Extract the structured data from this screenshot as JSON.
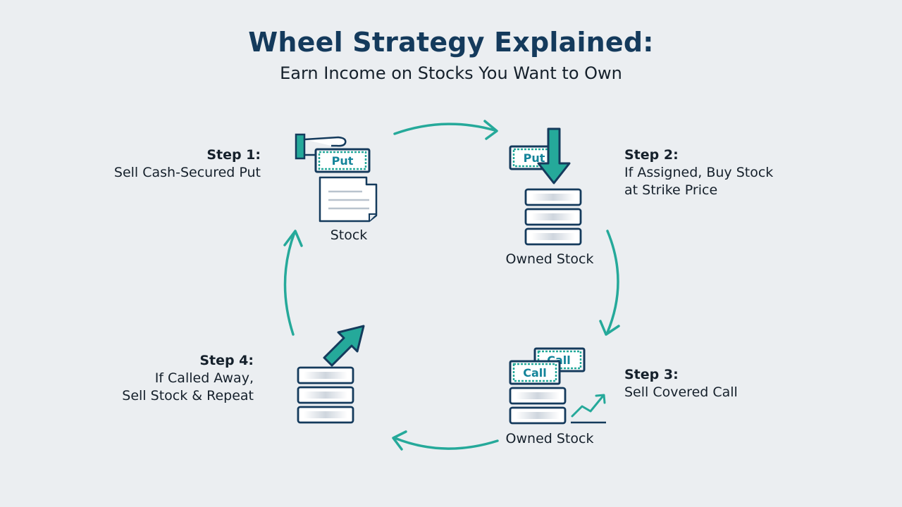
{
  "header": {
    "title": "Wheel Strategy Explained:",
    "subtitle": "Earn Income on Stocks You Want to Own"
  },
  "colors": {
    "navy": "#143a5c",
    "teal": "#25a99a",
    "background": "#ebeef1"
  },
  "steps": [
    {
      "title": "Step 1:",
      "desc": "Sell Cash-Secured Put"
    },
    {
      "title": "Step 2:",
      "desc": "If Assigned, Buy Stock\nat Strike Price"
    },
    {
      "title": "Step 3:",
      "desc": "Sell Covered Call"
    },
    {
      "title": "Step 4:",
      "desc": "If Called Away,\nSell Stock & Repeat"
    }
  ],
  "captions": {
    "stock": "Stock",
    "owned_stock_top": "Owned Stock",
    "owned_stock_bottom": "Owned Stock"
  },
  "tickets": {
    "put_1": "Put",
    "put_2": "Put",
    "call_front": "Call",
    "call_back": "Call"
  },
  "icons": [
    "hand-holding-put-icon",
    "document-icon",
    "put-ticket-icon",
    "down-arrow-icon",
    "stock-stack-icon",
    "call-ticket-icon",
    "trend-up-chart-icon",
    "up-right-arrow-icon",
    "cycle-arrow-icon"
  ]
}
